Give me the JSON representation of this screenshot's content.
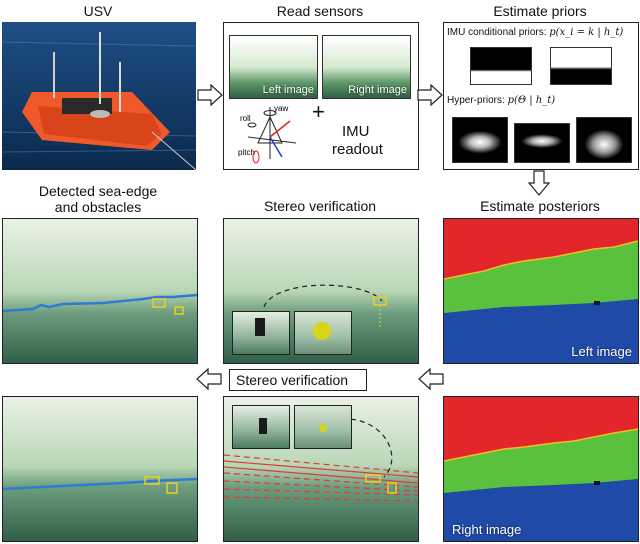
{
  "titles": {
    "usv": "USV",
    "read_sensors": "Read sensors",
    "estimate_priors": "Estimate priors",
    "detected": "Detected sea-edge\nand obstacles",
    "stereo_verification": "Stereo verification",
    "estimate_posteriors": "Estimate posteriors"
  },
  "sensors": {
    "left_image": "Left image",
    "right_image": "Right image",
    "plus": "+",
    "imu_line1": "IMU",
    "imu_line2": "readout",
    "yaw": "yaw",
    "roll": "roll",
    "pitch": "pitch"
  },
  "priors": {
    "imu_conditional": "IMU conditional priors:",
    "imu_formula": "p(x_i = k | h_t)",
    "hyper_priors": "Hyper-priors:",
    "hyper_formula": "p(Θ | h_t)"
  },
  "posteriors": {
    "left_image": "Left image",
    "right_image": "Right image"
  },
  "middle": {
    "stereo_verification_label": "Stereo verification"
  },
  "colors": {
    "sky": "#e3262b",
    "land": "#59c13d",
    "water": "#1f4aa8",
    "edge_line": "#2f7bd4",
    "obstacle_box": "#e8d21f",
    "dashed_red": "#e03a3a"
  }
}
